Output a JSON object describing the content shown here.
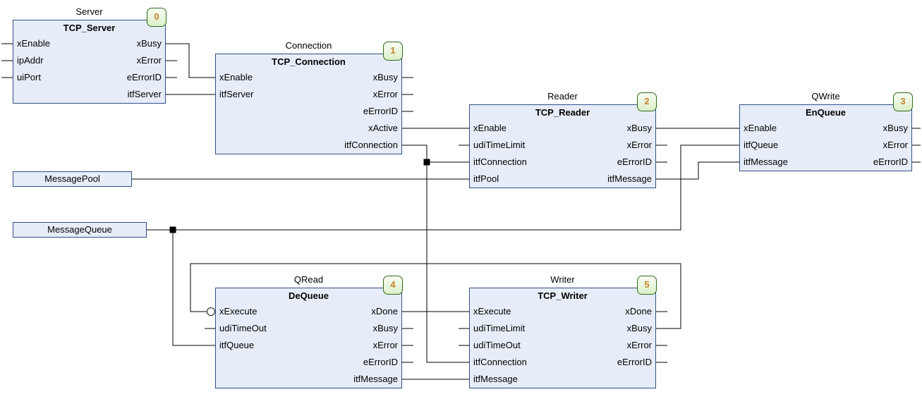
{
  "colors": {
    "background": "#ffffff",
    "block_fill": "#e7edf8",
    "block_border": "#2f4f87",
    "badge_fill": "#e9f6dd",
    "badge_border": "#2e6b1e",
    "badge_text": "#c8822c",
    "wire": "#000000"
  },
  "blocks": [
    {
      "instance": "Server",
      "type": "TCP_Server",
      "badge": "0",
      "inputs": [
        "xEnable",
        "ipAddr",
        "uiPort"
      ],
      "outputs": [
        "xBusy",
        "xError",
        "eErrorID",
        "itfServer"
      ]
    },
    {
      "instance": "Connection",
      "type": "TCP_Connection",
      "badge": "1",
      "inputs": [
        "xEnable",
        "itfServer"
      ],
      "outputs": [
        "xBusy",
        "xError",
        "eErrorID",
        "xActive",
        "itfConnection"
      ]
    },
    {
      "instance": "Reader",
      "type": "TCP_Reader",
      "badge": "2",
      "inputs": [
        "xEnable",
        "udiTimeLimit",
        "itfConnection",
        "itfPool"
      ],
      "outputs": [
        "xBusy",
        "xError",
        "eErrorID",
        "itfMessage"
      ]
    },
    {
      "instance": "QWrite",
      "type": "EnQueue",
      "badge": "3",
      "inputs": [
        "xEnable",
        "itfQueue",
        "itfMessage"
      ],
      "outputs": [
        "xBusy",
        "xError",
        "eErrorID"
      ]
    },
    {
      "instance": "QRead",
      "type": "DeQueue",
      "badge": "4",
      "inputs": [
        "xExecute",
        "udiTimeOut",
        "itfQueue"
      ],
      "outputs": [
        "xDone",
        "xBusy",
        "xError",
        "eErrorID",
        "itfMessage"
      ]
    },
    {
      "instance": "Writer",
      "type": "TCP_Writer",
      "badge": "5",
      "inputs": [
        "xExecute",
        "udiTimeLimit",
        "udiTimeOut",
        "itfConnection",
        "itfMessage"
      ],
      "outputs": [
        "xDone",
        "xBusy",
        "xError",
        "eErrorID"
      ]
    }
  ],
  "variables": {
    "pool": "MessagePool",
    "queue": "MessageQueue"
  }
}
